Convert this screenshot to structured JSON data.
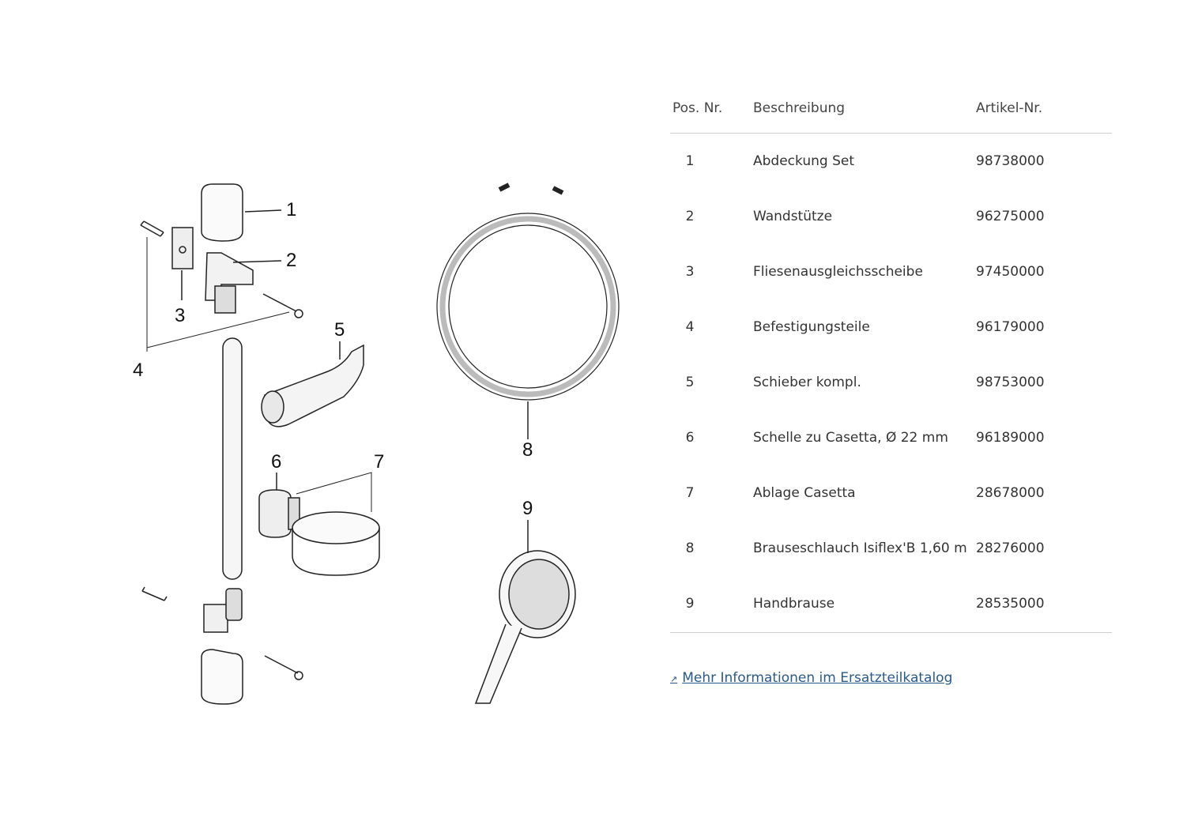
{
  "diagram": {
    "callouts": [
      "1",
      "2",
      "3",
      "4",
      "5",
      "6",
      "7",
      "8",
      "9"
    ]
  },
  "table": {
    "headers": {
      "pos": "Pos. Nr.",
      "desc": "Beschreibung",
      "art": "Artikel-Nr."
    },
    "rows": [
      {
        "pos": "1",
        "desc": "Abdeckung Set",
        "art": "98738000"
      },
      {
        "pos": "2",
        "desc": "Wandstütze",
        "art": "96275000"
      },
      {
        "pos": "3",
        "desc": "Fliesenausgleichsscheibe",
        "art": "97450000"
      },
      {
        "pos": "4",
        "desc": "Befestigungsteile",
        "art": "96179000"
      },
      {
        "pos": "5",
        "desc": "Schieber kompl.",
        "art": "98753000"
      },
      {
        "pos": "6",
        "desc": "Schelle zu Casetta, Ø 22 mm",
        "art": "96189000"
      },
      {
        "pos": "7",
        "desc": "Ablage Casetta",
        "art": "28678000"
      },
      {
        "pos": "8",
        "desc": "Brauseschlauch Isiflex'B 1,60 m",
        "art": "28276000"
      },
      {
        "pos": "9",
        "desc": "Handbrause",
        "art": "28535000"
      }
    ]
  },
  "link": {
    "icon": "external-link-icon",
    "label": "Mehr Informationen im Ersatzteilkatalog"
  }
}
